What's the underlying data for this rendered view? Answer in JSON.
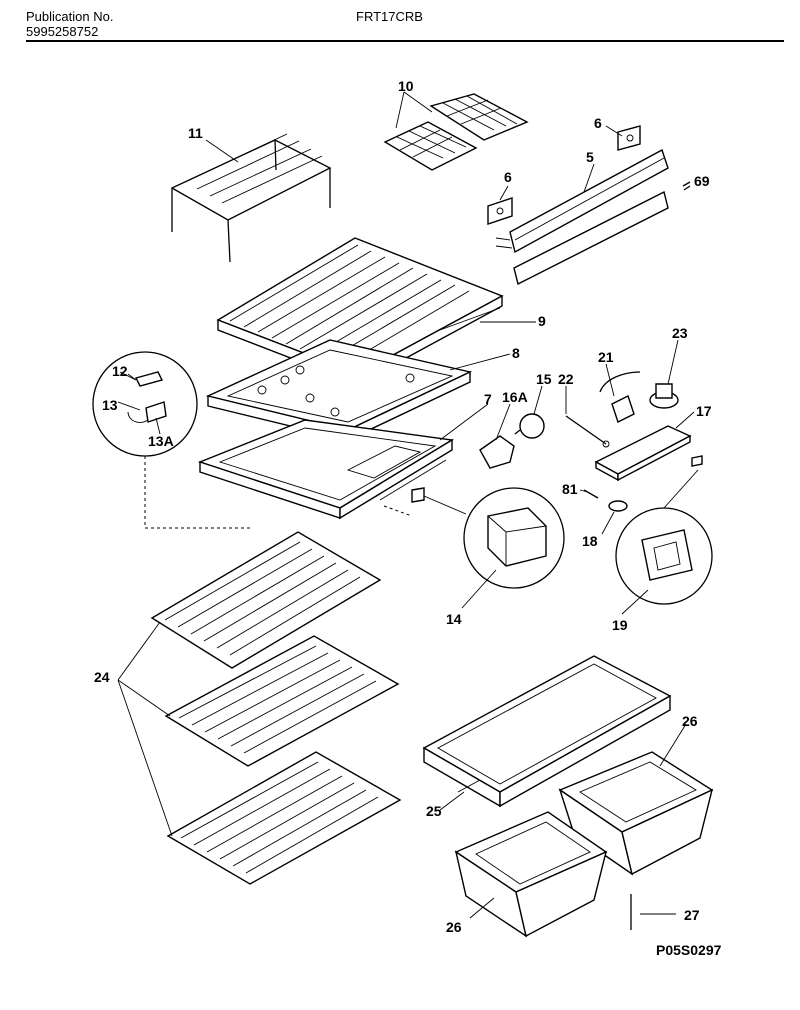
{
  "header": {
    "publication_label": "Publication No.",
    "publication_number": "5995258752",
    "model": "FRT17CRB"
  },
  "diagram": {
    "drawing_code": "P05S0297",
    "callouts": {
      "c11": "11",
      "c10": "10",
      "c6a": "6",
      "c6b": "6",
      "c5": "5",
      "c69": "69",
      "c9": "9",
      "c8": "8",
      "c7": "7",
      "c12": "12",
      "c13": "13",
      "c13a": "13A",
      "c16a": "16A",
      "c15": "15",
      "c22": "22",
      "c21": "21",
      "c23": "23",
      "c17": "17",
      "c81": "81",
      "c18": "18",
      "c14": "14",
      "c19": "19",
      "c24": "24",
      "c26a": "26",
      "c25": "25",
      "c26b": "26",
      "c27": "27"
    }
  }
}
